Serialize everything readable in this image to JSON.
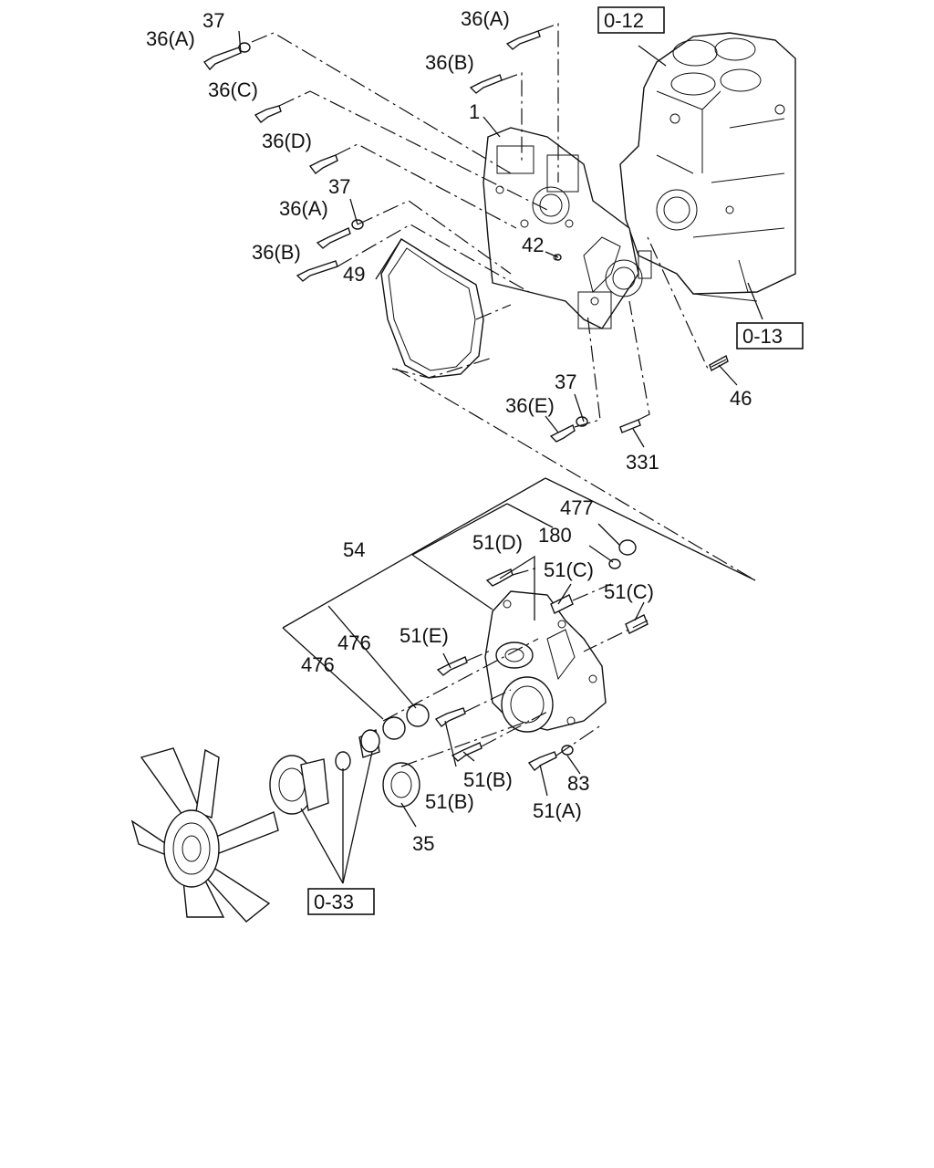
{
  "diagram": {
    "reference_boxes": {
      "engine_block": "0-12",
      "oil_pan": "0-13",
      "fan_clutch": "0-33"
    },
    "callouts": {
      "c1": "37",
      "c2": "36(A)",
      "c3": "36(C)",
      "c4": "36(D)",
      "c5": "37",
      "c6": "36(A)",
      "c7": "36(B)",
      "c8": "36(A)",
      "c9": "36(B)",
      "c10": "1",
      "c11": "42",
      "c12": "49",
      "c13": "46",
      "c14": "37",
      "c15": "36(E)",
      "c16": "331",
      "c17": "477",
      "c18": "180",
      "c19": "54",
      "c20": "51(D)",
      "c21": "51(C)",
      "c22": "51(C)",
      "c23": "476",
      "c24": "51(E)",
      "c25": "476",
      "c26": "51(B)",
      "c27": "51(B)",
      "c28": "83",
      "c29": "51(A)",
      "c30": "35"
    }
  }
}
